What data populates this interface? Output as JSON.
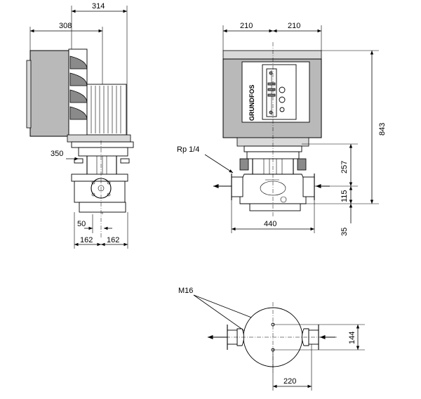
{
  "side_view": {
    "dim_overall_depth": "314",
    "dim_head_depth": "308",
    "dim_pump_offset": "350",
    "dim_flange_offset": "50",
    "dim_left_half": "162",
    "dim_right_half": "162"
  },
  "front_view": {
    "dim_left_half": "210",
    "dim_right_half": "210",
    "dim_total_height": "843",
    "dim_upper_height": "257",
    "dim_port_height": "115",
    "dim_base_height": "35",
    "dim_port_to_port": "440",
    "label_vent": "Rp 1/4",
    "brand_text": "GRUNDFOS"
  },
  "plan_view": {
    "label_bolts": "M16",
    "dim_bolt_width": "220",
    "dim_bolt_height": "144"
  }
}
